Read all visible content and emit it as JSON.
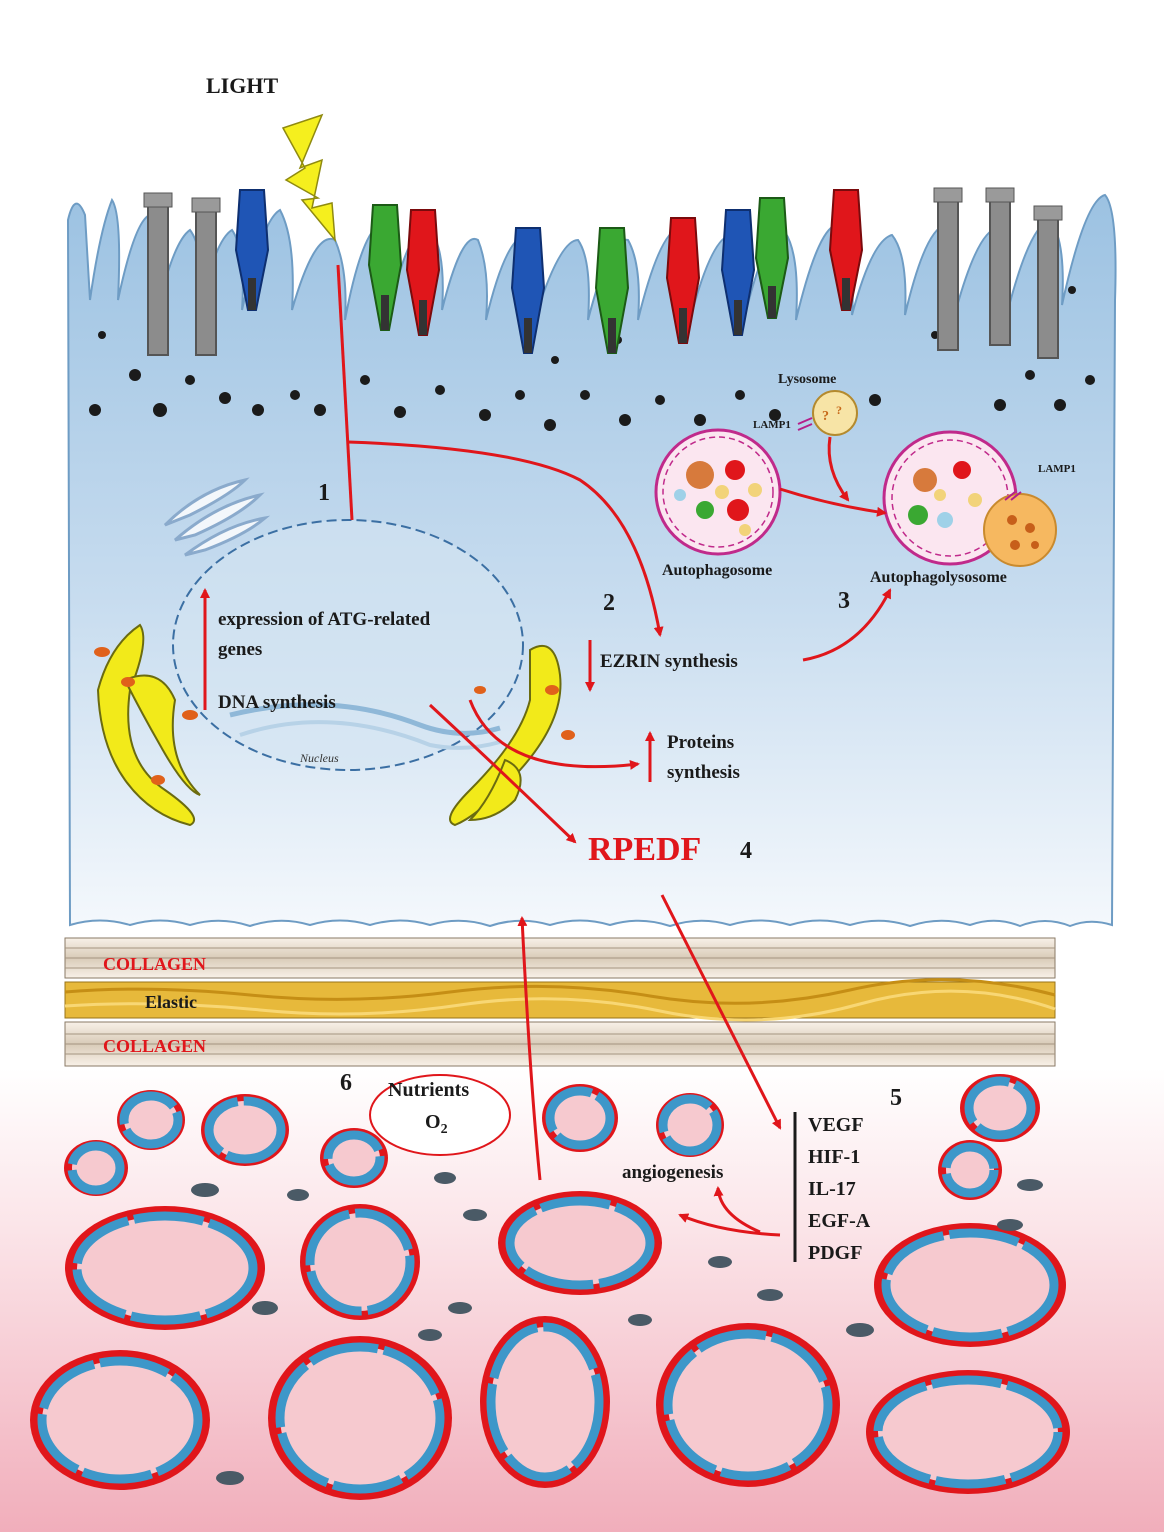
{
  "labels": {
    "light": "LIGHT",
    "step1": "1",
    "step2": "2",
    "step3": "3",
    "step4": "4",
    "step5": "5",
    "step6": "6",
    "lysosome": "Lysosome",
    "lamp1_a": "LAMP1",
    "lamp1_b": "LAMP1",
    "autophagosome": "Autophagosome",
    "autophagolysosome": "Autophagolysosome",
    "atg_line1": "expression of ATG-related",
    "atg_line2": "genes",
    "dna": "DNA synthesis",
    "nucleus": "Nucleus",
    "ezrin": "EZRIN synthesis",
    "proteins_line1": "Proteins",
    "proteins_line2": "synthesis",
    "rpedf": "RPEDF",
    "collagen_top": "COLLAGEN",
    "elastic": "Elastic",
    "collagen_bottom": "COLLAGEN",
    "nutrients": "Nutrients",
    "o2": "O",
    "o2_sub": "2",
    "angiogenesis": "angiogenesis",
    "factors": [
      "VEGF",
      "HIF-1",
      "IL-17",
      "EGF-A",
      "PDGF"
    ]
  },
  "colors": {
    "cell_top": "#8fb9dd",
    "cell_bottom": "#f3f8fc",
    "arrow_red": "#e0161b",
    "vessel_blue": "#3d97c9",
    "vessel_fill": "#f6c9cf",
    "golgi_yellow": "#f2ea1a",
    "collagen": "#efe6da",
    "elastic": "#e7b93b",
    "choroid_top": "#ffffff",
    "choroid_bottom": "#f4b9c4"
  }
}
